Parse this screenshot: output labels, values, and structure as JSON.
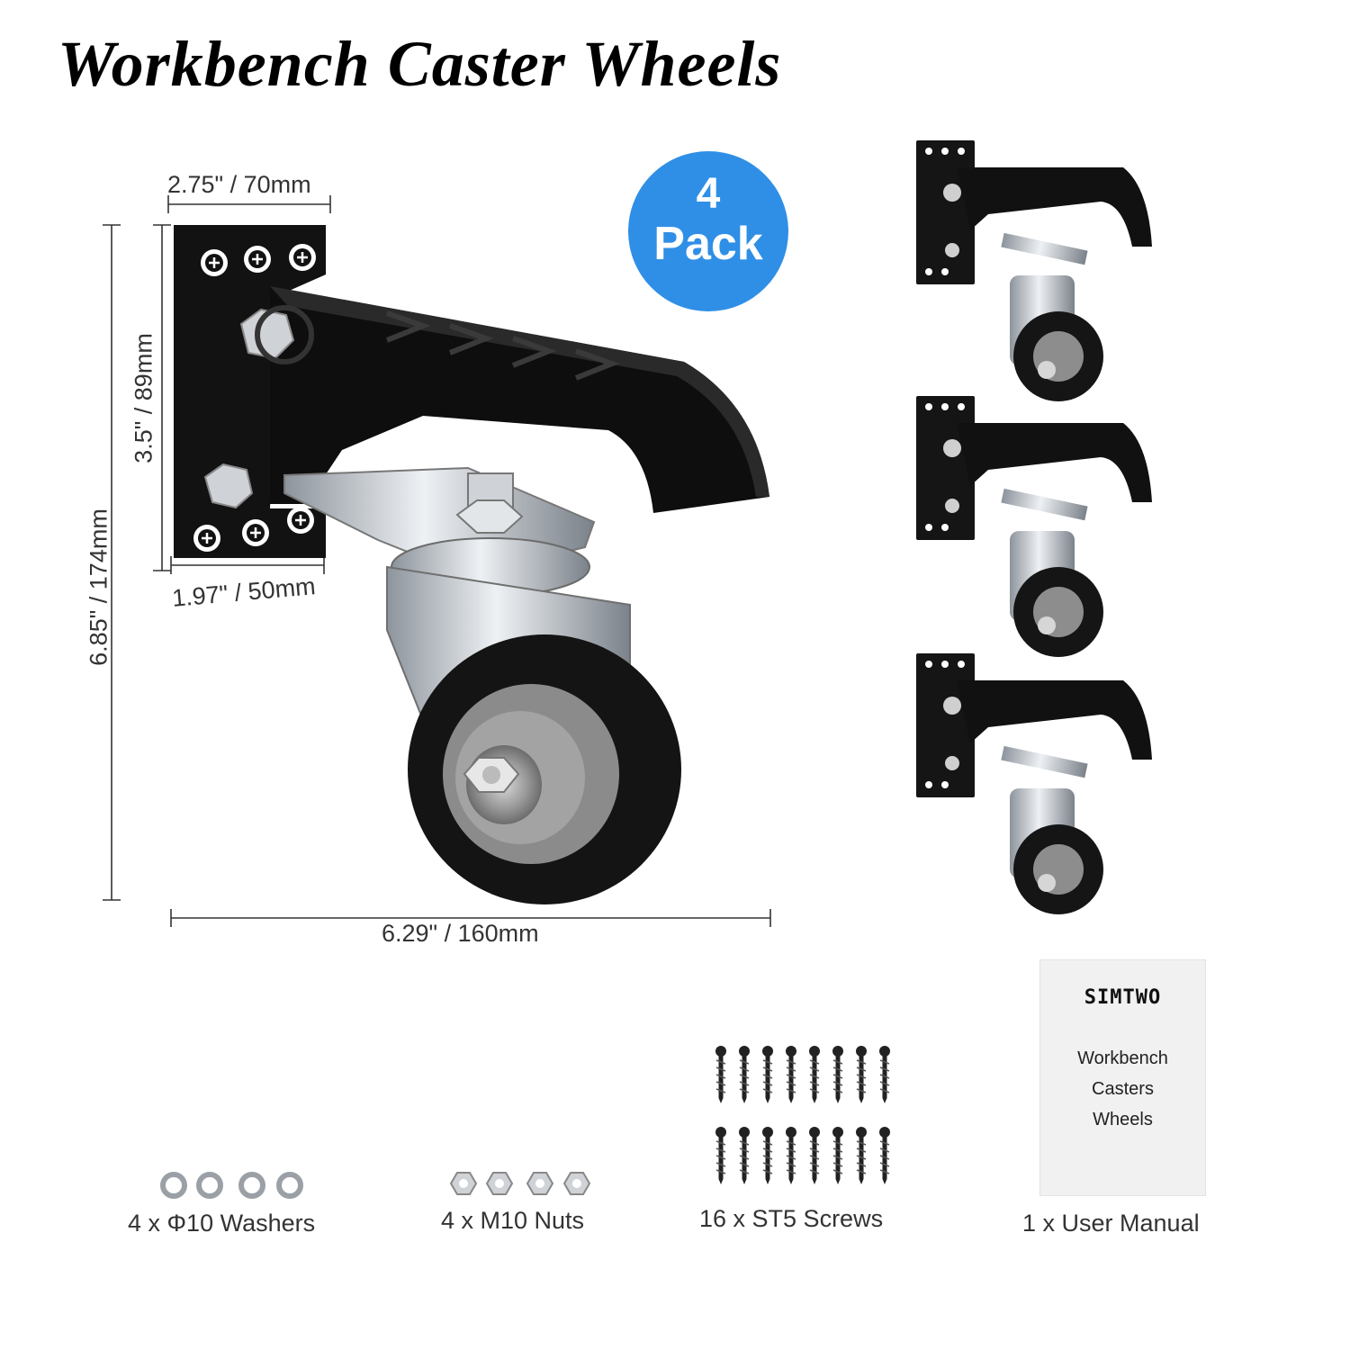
{
  "title": "Workbench Caster Wheels",
  "badge": {
    "count": "4",
    "label": "Pack",
    "color": "#2f8fe6"
  },
  "dimensions": {
    "plate_width": "2.75\" / 70mm",
    "plate_height": "3.5\" / 89mm",
    "base_width": "1.97\" / 50mm",
    "total_height": "6.85\" / 174mm",
    "total_length": "6.29\" / 160mm"
  },
  "accessories": [
    {
      "label": "4 x Φ10 Washers",
      "icon": "washer-icon"
    },
    {
      "label": "4 x M10 Nuts",
      "icon": "nut-icon"
    },
    {
      "label": "16 x ST5 Screws",
      "icon": "screw-icon"
    },
    {
      "label": "1 x User Manual",
      "icon": "manual-icon"
    }
  ],
  "manual": {
    "brand": "SIMTWO",
    "lines": [
      "Workbench",
      "Casters",
      "Wheels"
    ]
  },
  "colors": {
    "bracket": "#111111",
    "wheel": "#1a1a1a",
    "hub": "#8e8e8e",
    "steel": "#c9ced4"
  }
}
